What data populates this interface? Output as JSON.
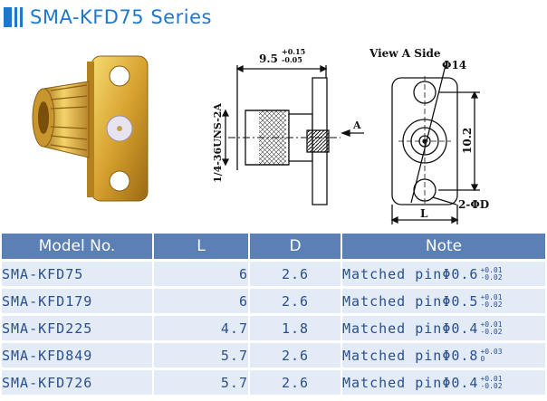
{
  "title": "SMA-KFD75 Series",
  "colors": {
    "accent": "#1f78c9",
    "header_bg": "#5a80b6",
    "row_bg": "#e3ebf6",
    "text_blue": "#2a4f8f"
  },
  "drawing": {
    "dim_length": "9.5",
    "dim_length_tol_upper": "+0.15",
    "dim_length_tol_lower": "-0.05",
    "thread": "1/4-36UNS-2A",
    "view_arrow_label": "A",
    "view_title": "View A Side",
    "flange_dia": "Φ14",
    "hole_pitch": "10.2",
    "hole_dia": "2-ΦD",
    "width_label": "L"
  },
  "table": {
    "headers": [
      "Model No.",
      "L",
      "D",
      "Note"
    ],
    "note_prefix": "Matched pin",
    "rows": [
      {
        "model": "SMA-KFD75",
        "L": "6",
        "D": "2.6",
        "pin": "Φ0.6",
        "tol_upper": "+0.01",
        "tol_lower": "-0.02"
      },
      {
        "model": "SMA-KFD179",
        "L": "6",
        "D": "2.6",
        "pin": "Φ0.5",
        "tol_upper": "+0.01",
        "tol_lower": "-0.02"
      },
      {
        "model": "SMA-KFD225",
        "L": "4.7",
        "D": "1.8",
        "pin": "Φ0.4",
        "tol_upper": "+0.01",
        "tol_lower": "-0.02"
      },
      {
        "model": "SMA-KFD849",
        "L": "5.7",
        "D": "2.6",
        "pin": "Φ0.8",
        "tol_upper": "+0.03",
        "tol_lower": "0"
      },
      {
        "model": "SMA-KFD726",
        "L": "5.7",
        "D": "2.6",
        "pin": "Φ0.4",
        "tol_upper": "+0.01",
        "tol_lower": "-0.02"
      }
    ]
  }
}
